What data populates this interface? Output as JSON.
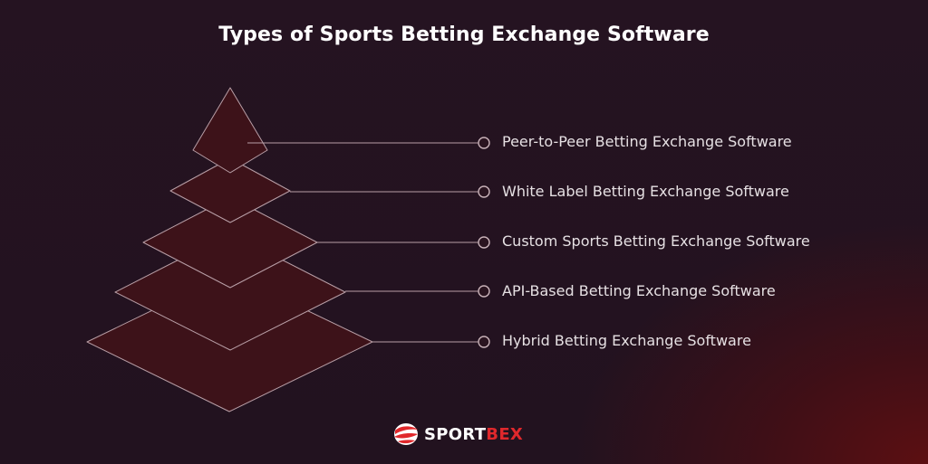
{
  "title": "Types of Sports Betting Exchange Software",
  "levels": [
    {
      "label": "Peer-to-Peer Betting Exchange Software"
    },
    {
      "label": "White Label Betting Exchange Software"
    },
    {
      "label": "Custom Sports Betting Exchange Software"
    },
    {
      "label": "API-Based Betting Exchange Software"
    },
    {
      "label": "Hybrid Betting Exchange Software"
    }
  ],
  "logo": {
    "part1": "SPORT",
    "part2": "BEX"
  },
  "colors": {
    "shape_fill": "#3d1219",
    "shape_stroke": "#b89ea6",
    "accent": "#e0282c"
  }
}
